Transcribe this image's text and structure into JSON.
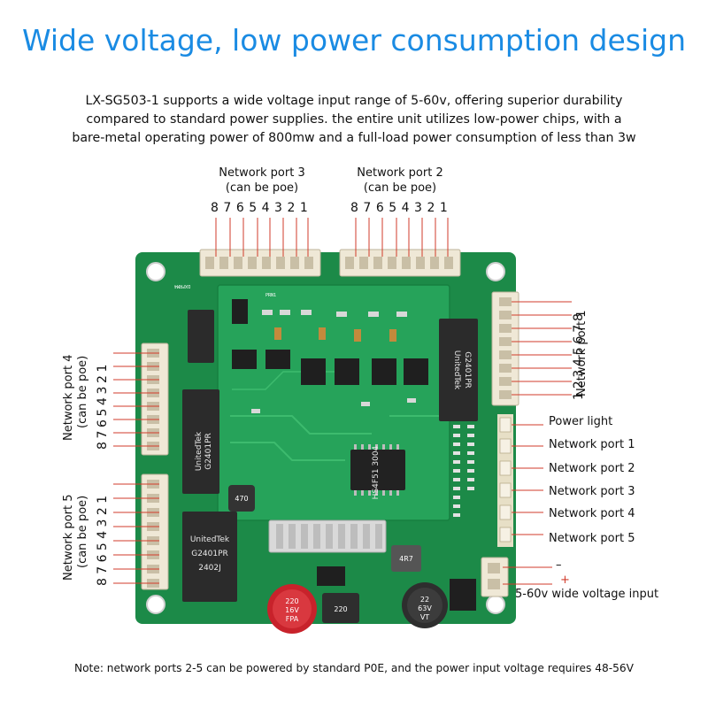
{
  "headline": "Wide voltage, low power consumption design",
  "intro_lines": [
    "LX-SG503-1 supports a wide voltage input range of 5-60v, offering superior durability",
    "compared to standard power supplies. the entire unit utilizes low-power chips, with a",
    "bare-metal operating power of 800mw and a full-load power consumption of less than 3w"
  ],
  "ports": {
    "port3": {
      "title": "Network port 3",
      "sub": "(can be poe)",
      "pins": "87654321"
    },
    "port2": {
      "title": "Network port 2",
      "sub": "(can be poe)",
      "pins": "87654321"
    },
    "port1": {
      "title": "Network port 1",
      "pins": "12345678"
    },
    "port4": {
      "title": "Network port 4",
      "sub": "(can be poe)",
      "pins": "87654321"
    },
    "port5": {
      "title": "Network port 5",
      "sub": "(can be poe)",
      "pins": "87654321"
    }
  },
  "indicators": [
    "Power light",
    "Network port 1",
    "Network port 2",
    "Network port 3",
    "Network port 4",
    "Network port 5"
  ],
  "power_input": {
    "minus": "–",
    "plus": "+",
    "label": "5-60v wide voltage input"
  },
  "board_marks": {
    "chip_brand": "UnitedTek",
    "chip_model_a": "G2401PR",
    "chip_model_b": "G2401PR",
    "chip_model_c": "G2401PR",
    "chip_model_d": "2402J",
    "cap_1": "220",
    "cap_1_v": "16V",
    "cap_1_s": "FPA",
    "cap_2": "22",
    "cap_2_v": "63V",
    "cap_2_s": "VT",
    "inductor": "220",
    "inductor_2": "470",
    "ic_main": "HS4F51 3004",
    "res_mark": "4R7"
  },
  "footer_note": "Note: network ports 2-5 can be powered by standard P0E, and the power input voltage requires 48-56V",
  "colors": {
    "headline": "#1a8be3",
    "pcb": "#1e8a4a",
    "leader": "#d23b2b",
    "plus": "#d23b2b"
  }
}
